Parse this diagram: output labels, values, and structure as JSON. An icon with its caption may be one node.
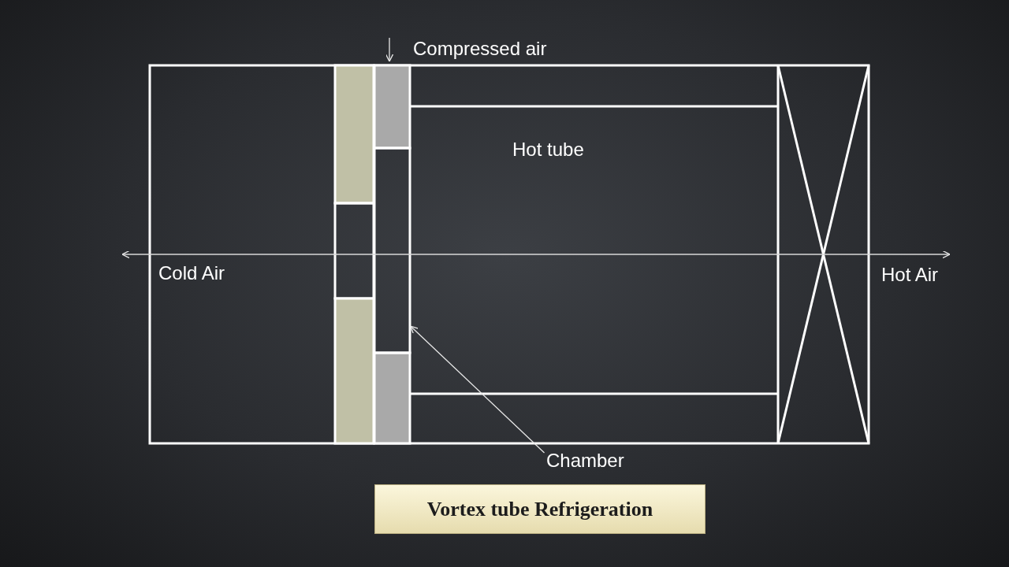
{
  "diagram": {
    "title": "Vortex tube Refrigeration",
    "nodes": [
      {
        "text": [
          "Chamber"
        ]
      },
      {
        "text": [],
        "shape": "box"
      }
    ],
    "edges": [
      {
        "from": 0,
        "to": 1,
        "arrow": "to"
      }
    ],
    "labels": [
      "Compressed air",
      "Hot tube",
      "Cold Air",
      "Hot Air"
    ]
  }
}
